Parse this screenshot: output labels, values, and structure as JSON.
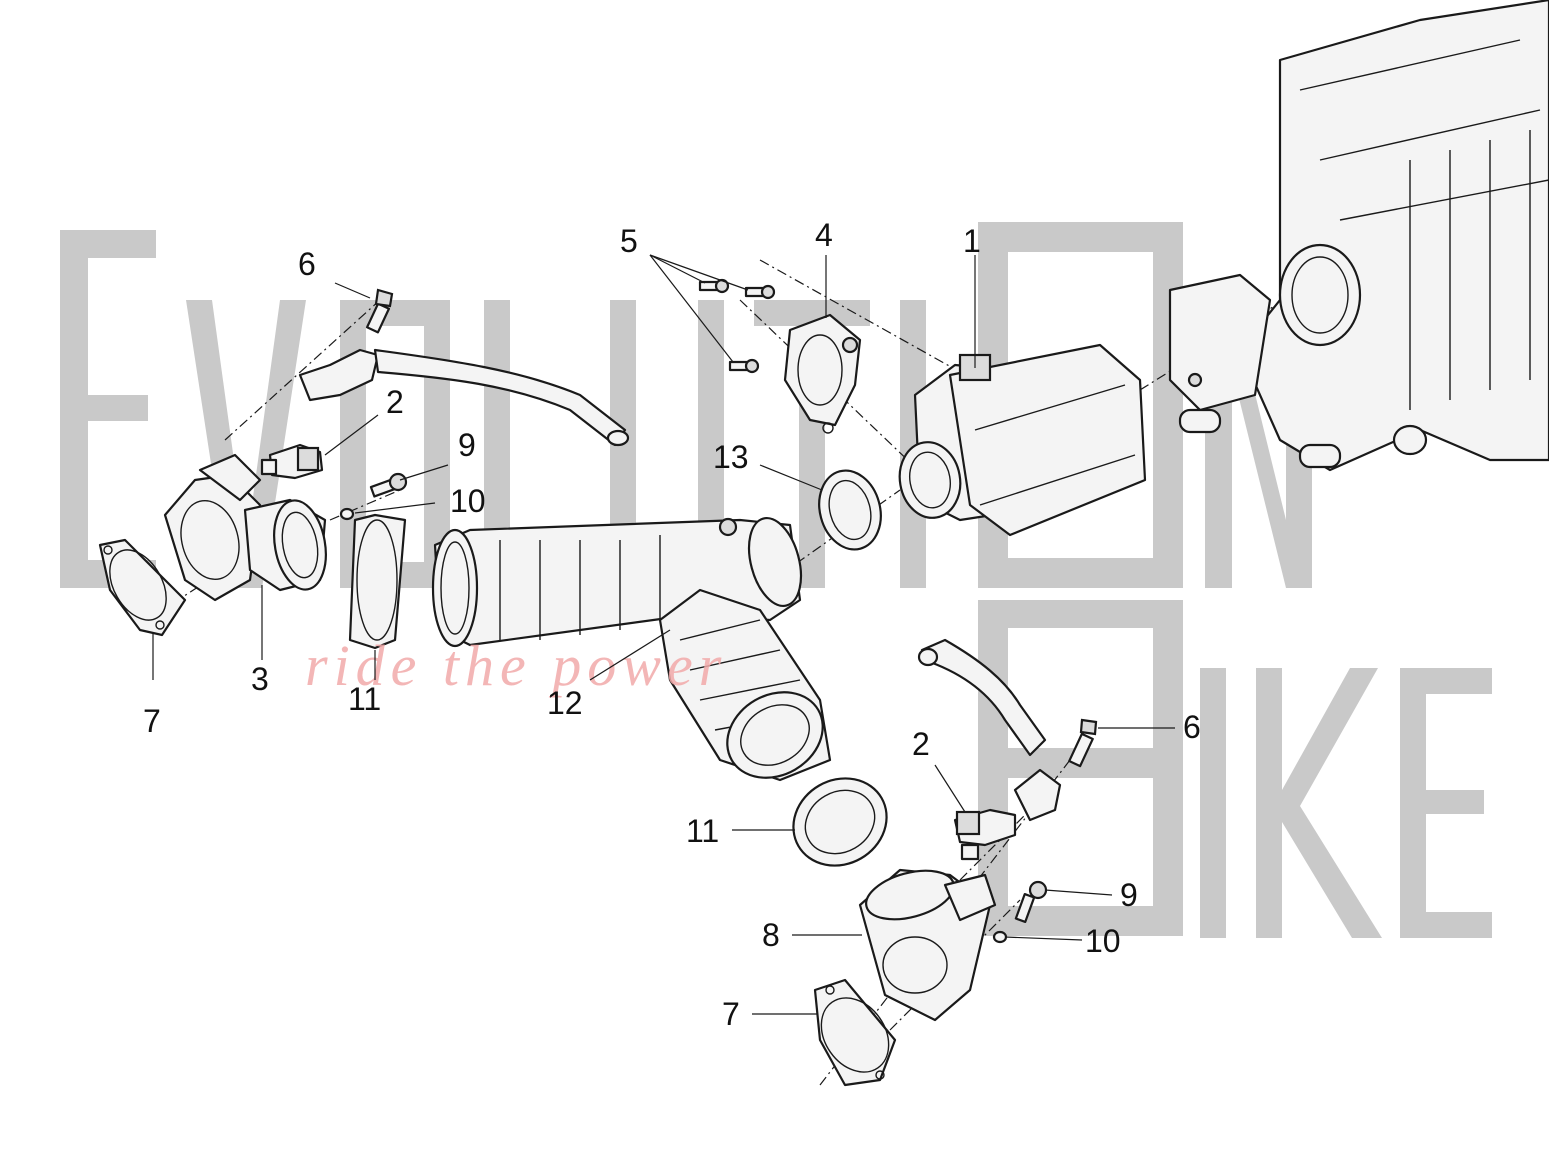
{
  "watermark": {
    "word1": "EVOLUTION",
    "word2": "BIKE",
    "slogan": "ride the power",
    "color": "#c9c9c9",
    "slogan_color": "#f2aaaa"
  },
  "callouts": {
    "c1": "1",
    "c2a": "2",
    "c2b": "2",
    "c3": "3",
    "c4": "4",
    "c5": "5",
    "c6a": "6",
    "c6b": "6",
    "c7a": "7",
    "c7b": "7",
    "c8": "8",
    "c9a": "9",
    "c9b": "9",
    "c10a": "10",
    "c10b": "10",
    "c11a": "11",
    "c11b": "11",
    "c12": "12",
    "c13": "13"
  }
}
